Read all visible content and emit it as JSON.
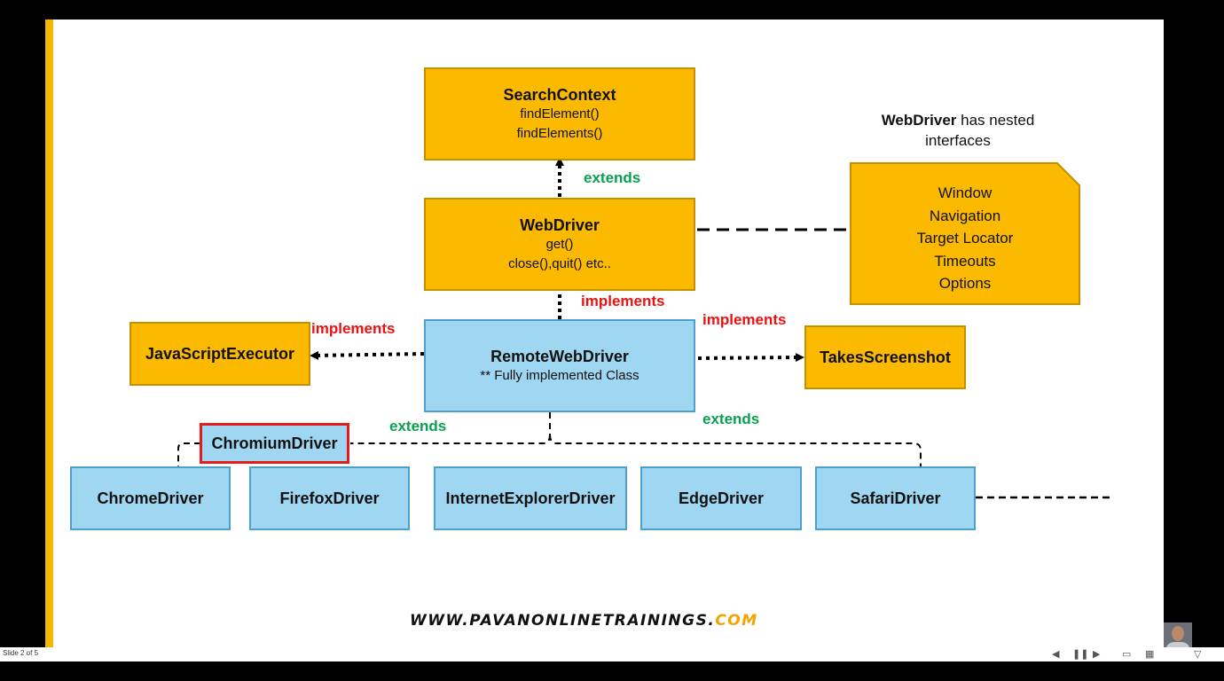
{
  "footer": {
    "website_main": "WWW.PAVANONLINETRAININGS.",
    "website_tld": "COM"
  },
  "status": {
    "slide": "Slide 2 of 5"
  },
  "diagram": {
    "search_context": {
      "title": "SearchContext",
      "methods": [
        "findElement()",
        "findElements()"
      ]
    },
    "webdriver": {
      "title": "WebDriver",
      "methods": [
        "get()",
        "close(),quit() etc.."
      ]
    },
    "remote_webdriver": {
      "title": "RemoteWebDriver",
      "subtitle": "** Fully implemented Class"
    },
    "javascript_executor": {
      "title": "JavaScriptExecutor"
    },
    "takes_screenshot": {
      "title": "TakesScreenshot"
    },
    "chromium_driver": {
      "title": "ChromiumDriver"
    },
    "drivers": [
      "ChromeDriver",
      "FirefoxDriver",
      "InternetExplorerDriver",
      "EdgeDriver",
      "SafariDriver"
    ],
    "nested_note": {
      "bold": "WebDriver",
      "rest": " has nested",
      "line2": "interfaces"
    },
    "nested_interfaces": [
      "Window",
      "Navigation",
      "Target Locator",
      "Timeouts",
      "Options"
    ],
    "relations": {
      "extends_top": "extends",
      "implements_center": "implements",
      "implements_left": "implements",
      "implements_right": "implements",
      "extends_left": "extends",
      "extends_right": "extends"
    },
    "colors": {
      "interface_fill": "#fbb900",
      "class_fill": "#9fd6f1",
      "extends_label": "#0aa050",
      "implements_label": "#ee1111",
      "highlight_border": "#e31b1b",
      "accent_bar": "#f5b800"
    }
  },
  "controls": {
    "prev_icon": "prev-slide-icon",
    "pause_icon": "pause-icon",
    "next_icon": "next-slide-icon",
    "normal_view_icon": "normal-view-icon",
    "sorter_view_icon": "slide-sorter-icon",
    "reading_view_icon": "reading-view-icon"
  }
}
